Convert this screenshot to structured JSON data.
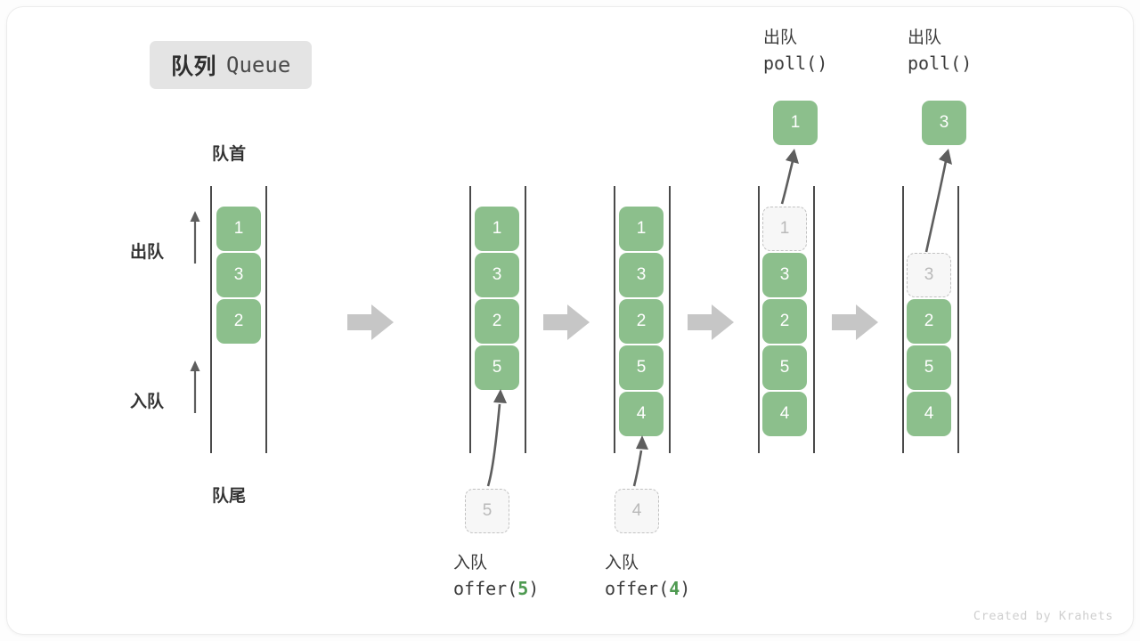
{
  "title": {
    "cn": "队列",
    "en": "Queue"
  },
  "colors": {
    "cell_fill": "#8cbf8c",
    "cell_text": "#ffffff",
    "ghost_fill": "#f7f7f7",
    "ghost_border": "#c2c2c2",
    "ghost_text": "#b9b9b9",
    "rail": "#4a4a4a",
    "arrow": "#5e5e5e",
    "block_arrow": "#c6c6c6",
    "badge_bg": "#e4e4e4",
    "highlight_green": "#4e9a51"
  },
  "labels": {
    "front": "队首",
    "rear": "队尾",
    "dequeue": "出队",
    "enqueue": "入队"
  },
  "credit": "Created by Krahets",
  "stages": [
    {
      "id": "stage-initial",
      "cells": [
        "1",
        "3",
        "2"
      ],
      "ghost_indices": [],
      "empty_leading": 0,
      "op": null,
      "incoming": null,
      "outgoing": null
    },
    {
      "id": "stage-offer-5",
      "cells": [
        "1",
        "3",
        "2",
        "5"
      ],
      "ghost_indices": [],
      "empty_leading": 0,
      "op": {
        "cn": "入队",
        "code_prefix": "offer(",
        "code_value": "5",
        "code_suffix": ")",
        "position": "bottom"
      },
      "incoming": "5",
      "outgoing": null
    },
    {
      "id": "stage-offer-4",
      "cells": [
        "1",
        "3",
        "2",
        "5",
        "4"
      ],
      "ghost_indices": [],
      "empty_leading": 0,
      "op": {
        "cn": "入队",
        "code_prefix": "offer(",
        "code_value": "4",
        "code_suffix": ")",
        "position": "bottom"
      },
      "incoming": "4",
      "outgoing": null
    },
    {
      "id": "stage-poll-1",
      "cells": [
        "1",
        "3",
        "2",
        "5",
        "4"
      ],
      "ghost_indices": [
        0
      ],
      "empty_leading": 0,
      "op": {
        "cn": "出队",
        "code_prefix": "poll(",
        "code_value": "",
        "code_suffix": ")",
        "position": "top"
      },
      "incoming": null,
      "outgoing": "1"
    },
    {
      "id": "stage-poll-3",
      "cells": [
        "3",
        "2",
        "5",
        "4"
      ],
      "ghost_indices": [
        0
      ],
      "empty_leading": 1,
      "op": {
        "cn": "出队",
        "code_prefix": "poll(",
        "code_value": "",
        "code_suffix": ")",
        "position": "top"
      },
      "incoming": null,
      "outgoing": "3"
    }
  ],
  "transitions": [
    "step-arrow-1",
    "step-arrow-2",
    "step-arrow-3",
    "step-arrow-4"
  ]
}
